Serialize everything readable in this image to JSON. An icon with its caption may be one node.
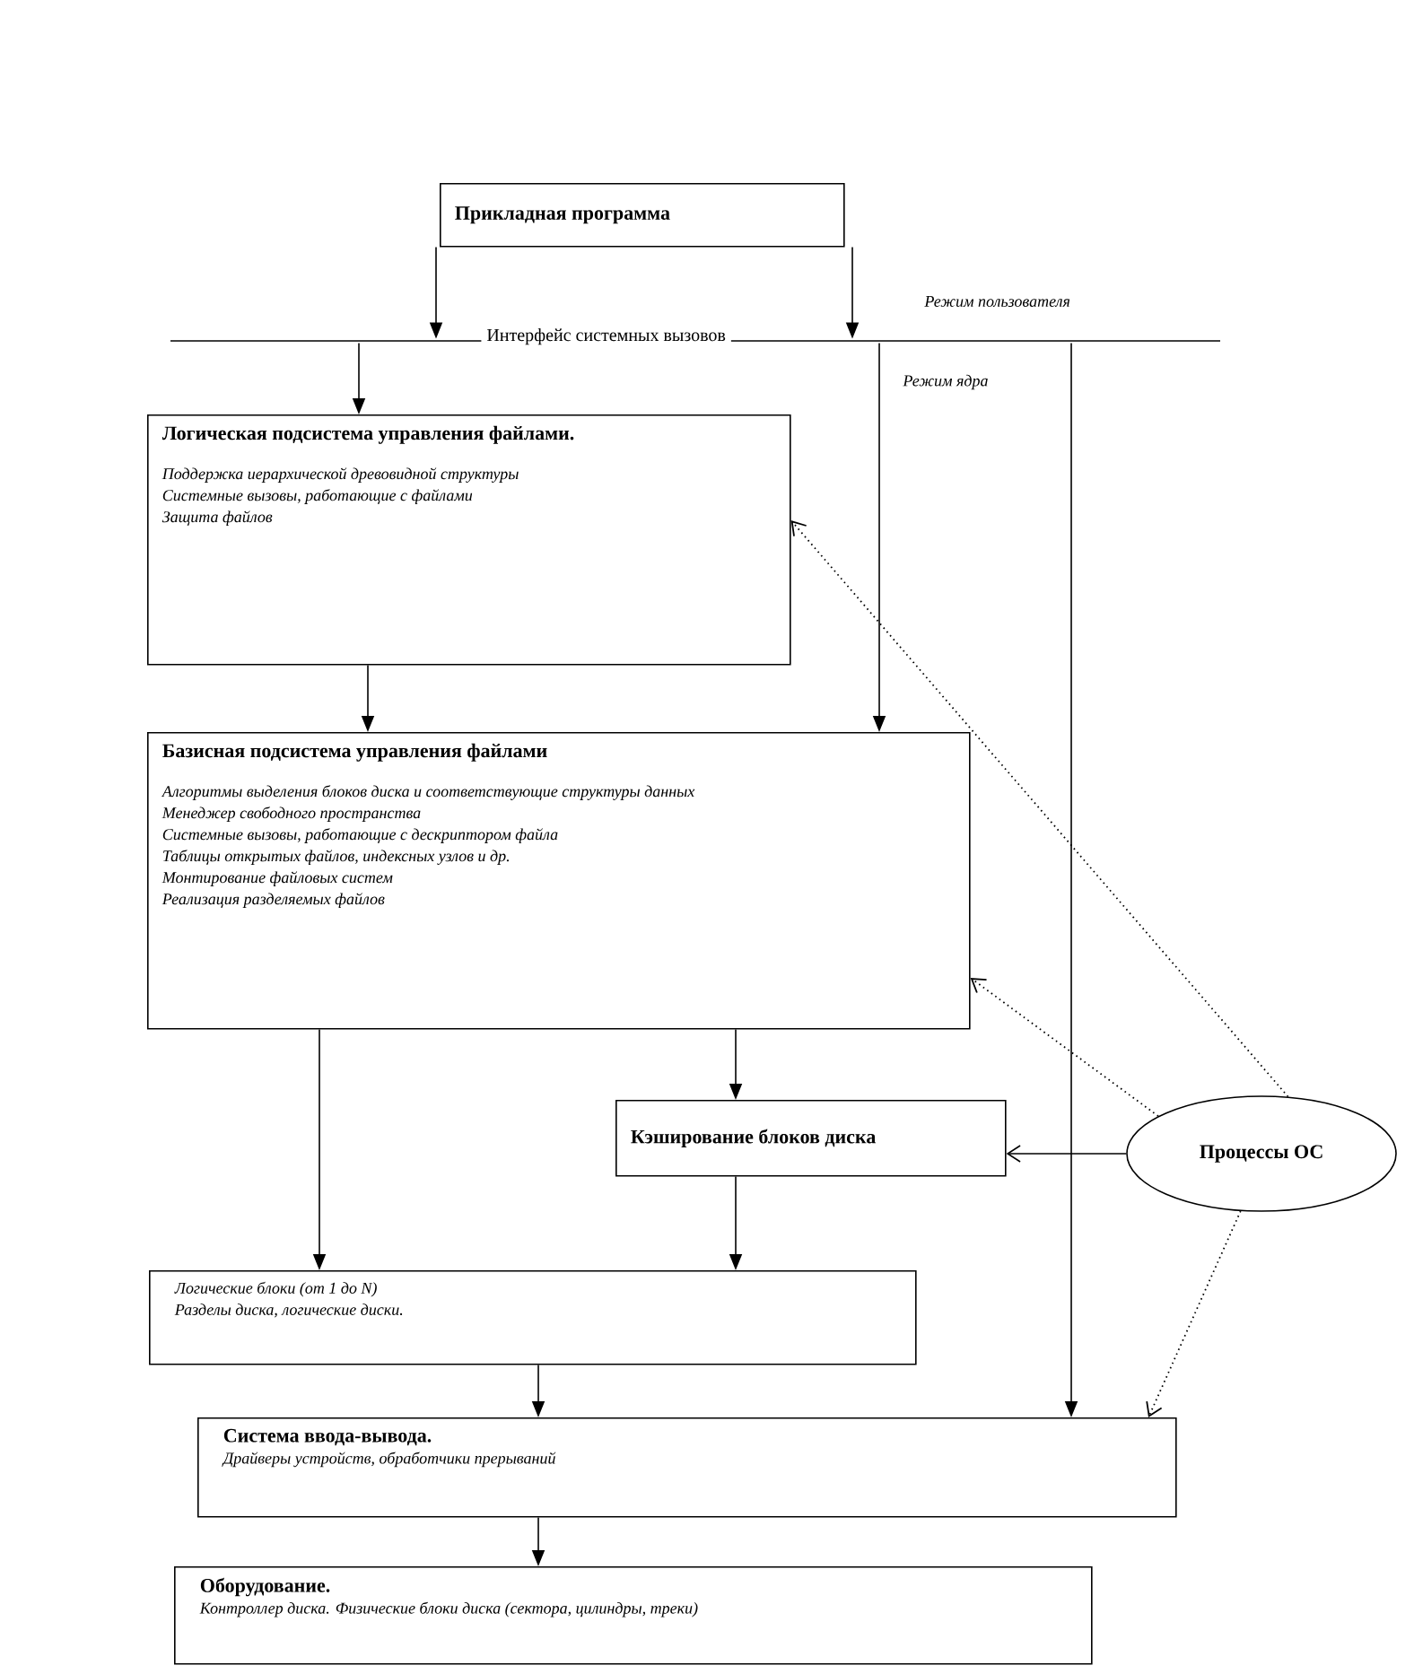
{
  "diagram": {
    "nodes": [
      {
        "text": [
          "Прикладная программа"
        ]
      },
      {
        "text": [
          "Интерфейс системных вызовов"
        ]
      },
      {
        "text": [
          "Логическая подсистема управления файлами.",
          "Поддержка иерархической древовидной структуры",
          "Системные вызовы, работающие с файлами",
          "Защита файлов"
        ]
      },
      {
        "text": [
          "Базисная подсистема управления файлами",
          "Алгоритмы выделения блоков диска и соответствующие структуры данных",
          "Менеджер свободного пространства",
          "Системные вызовы, работающие с дескриптором файла",
          "Таблицы открытых файлов, индексных узлов и др.",
          "Монтирование файловых систем",
          "Реализация разделяемых файлов"
        ]
      },
      {
        "text": [
          "Кэширование блоков диска"
        ]
      },
      {
        "text": [
          "Процессы ОС"
        ]
      },
      {
        "text": [
          "Логические блоки  (от 1 до N)",
          "Разделы диска, логические диски."
        ]
      },
      {
        "text": [
          "Система ввода-вывода.",
          "Драйверы устройств, обработчики прерываний"
        ]
      },
      {
        "text": [
          "Оборудование.",
          "Контроллер диска. Физические блоки диска (сектора, цилиндры, треки)"
        ]
      }
    ],
    "edges": [
      {
        "from": 0,
        "to": 1,
        "arrow": "to"
      },
      {
        "from": 0,
        "to": 1,
        "arrow": "to"
      },
      {
        "from": 1,
        "to": 2,
        "arrow": "to"
      },
      {
        "from": 1,
        "to": 3,
        "arrow": "to"
      },
      {
        "from": 1,
        "to": 7,
        "arrow": "to"
      },
      {
        "from": 2,
        "to": 3,
        "arrow": "to"
      },
      {
        "from": 3,
        "to": 6,
        "arrow": "to"
      },
      {
        "from": 3,
        "to": 4,
        "arrow": "to"
      },
      {
        "from": 4,
        "to": 6,
        "arrow": "to"
      },
      {
        "from": 6,
        "to": 7,
        "arrow": "to"
      },
      {
        "from": 7,
        "to": 8,
        "arrow": "to"
      },
      {
        "from": 5,
        "to": 4,
        "arrow": "to"
      },
      {
        "from": 5,
        "to": 2,
        "arrow": "to",
        "style": "dashed"
      },
      {
        "from": 5,
        "to": 3,
        "arrow": "to",
        "style": "dashed"
      },
      {
        "from": 5,
        "to": 7,
        "arrow": "to",
        "style": "dashed"
      }
    ],
    "labels": [
      "Режим пользователя",
      "Режим ядра"
    ]
  }
}
